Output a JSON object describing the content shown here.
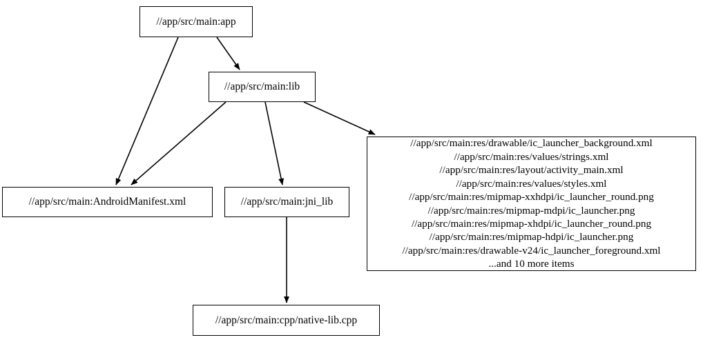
{
  "graph": {
    "type": "directed-dependency-graph",
    "nodes": [
      {
        "id": "app",
        "label": "//app/src/main:app"
      },
      {
        "id": "lib",
        "label": "//app/src/main:lib"
      },
      {
        "id": "manifest",
        "label": "//app/src/main:AndroidManifest.xml"
      },
      {
        "id": "jni_lib",
        "label": "//app/src/main:jni_lib"
      },
      {
        "id": "res_group",
        "label": "//app/src/main:res/drawable/ic_launcher_background.xml\n//app/src/main:res/values/strings.xml\n//app/src/main:res/layout/activity_main.xml\n//app/src/main:res/values/styles.xml\n//app/src/main:res/mipmap-xxhdpi/ic_launcher_round.png\n//app/src/main:res/mipmap-mdpi/ic_launcher.png\n//app/src/main:res/mipmap-xhdpi/ic_launcher_round.png\n//app/src/main:res/mipmap-hdpi/ic_launcher.png\n//app/src/main:res/drawable-v24/ic_launcher_foreground.xml\n...and 10 more items",
        "lines": [
          "//app/src/main:res/drawable/ic_launcher_background.xml",
          "//app/src/main:res/values/strings.xml",
          "//app/src/main:res/layout/activity_main.xml",
          "//app/src/main:res/values/styles.xml",
          "//app/src/main:res/mipmap-xxhdpi/ic_launcher_round.png",
          "//app/src/main:res/mipmap-mdpi/ic_launcher.png",
          "//app/src/main:res/mipmap-xhdpi/ic_launcher_round.png",
          "//app/src/main:res/mipmap-hdpi/ic_launcher.png",
          "//app/src/main:res/drawable-v24/ic_launcher_foreground.xml",
          "...and 10 more items"
        ]
      },
      {
        "id": "native_lib_cpp",
        "label": "//app/src/main:cpp/native-lib.cpp"
      }
    ],
    "edges": [
      {
        "from": "app",
        "to": "manifest"
      },
      {
        "from": "app",
        "to": "lib"
      },
      {
        "from": "lib",
        "to": "manifest"
      },
      {
        "from": "lib",
        "to": "jni_lib"
      },
      {
        "from": "lib",
        "to": "res_group"
      },
      {
        "from": "jni_lib",
        "to": "native_lib_cpp"
      }
    ],
    "colors": {
      "background": "#ffffff",
      "node_border": "#000000",
      "node_fill": "#ffffff",
      "edge": "#000000",
      "text": "#000000"
    }
  }
}
